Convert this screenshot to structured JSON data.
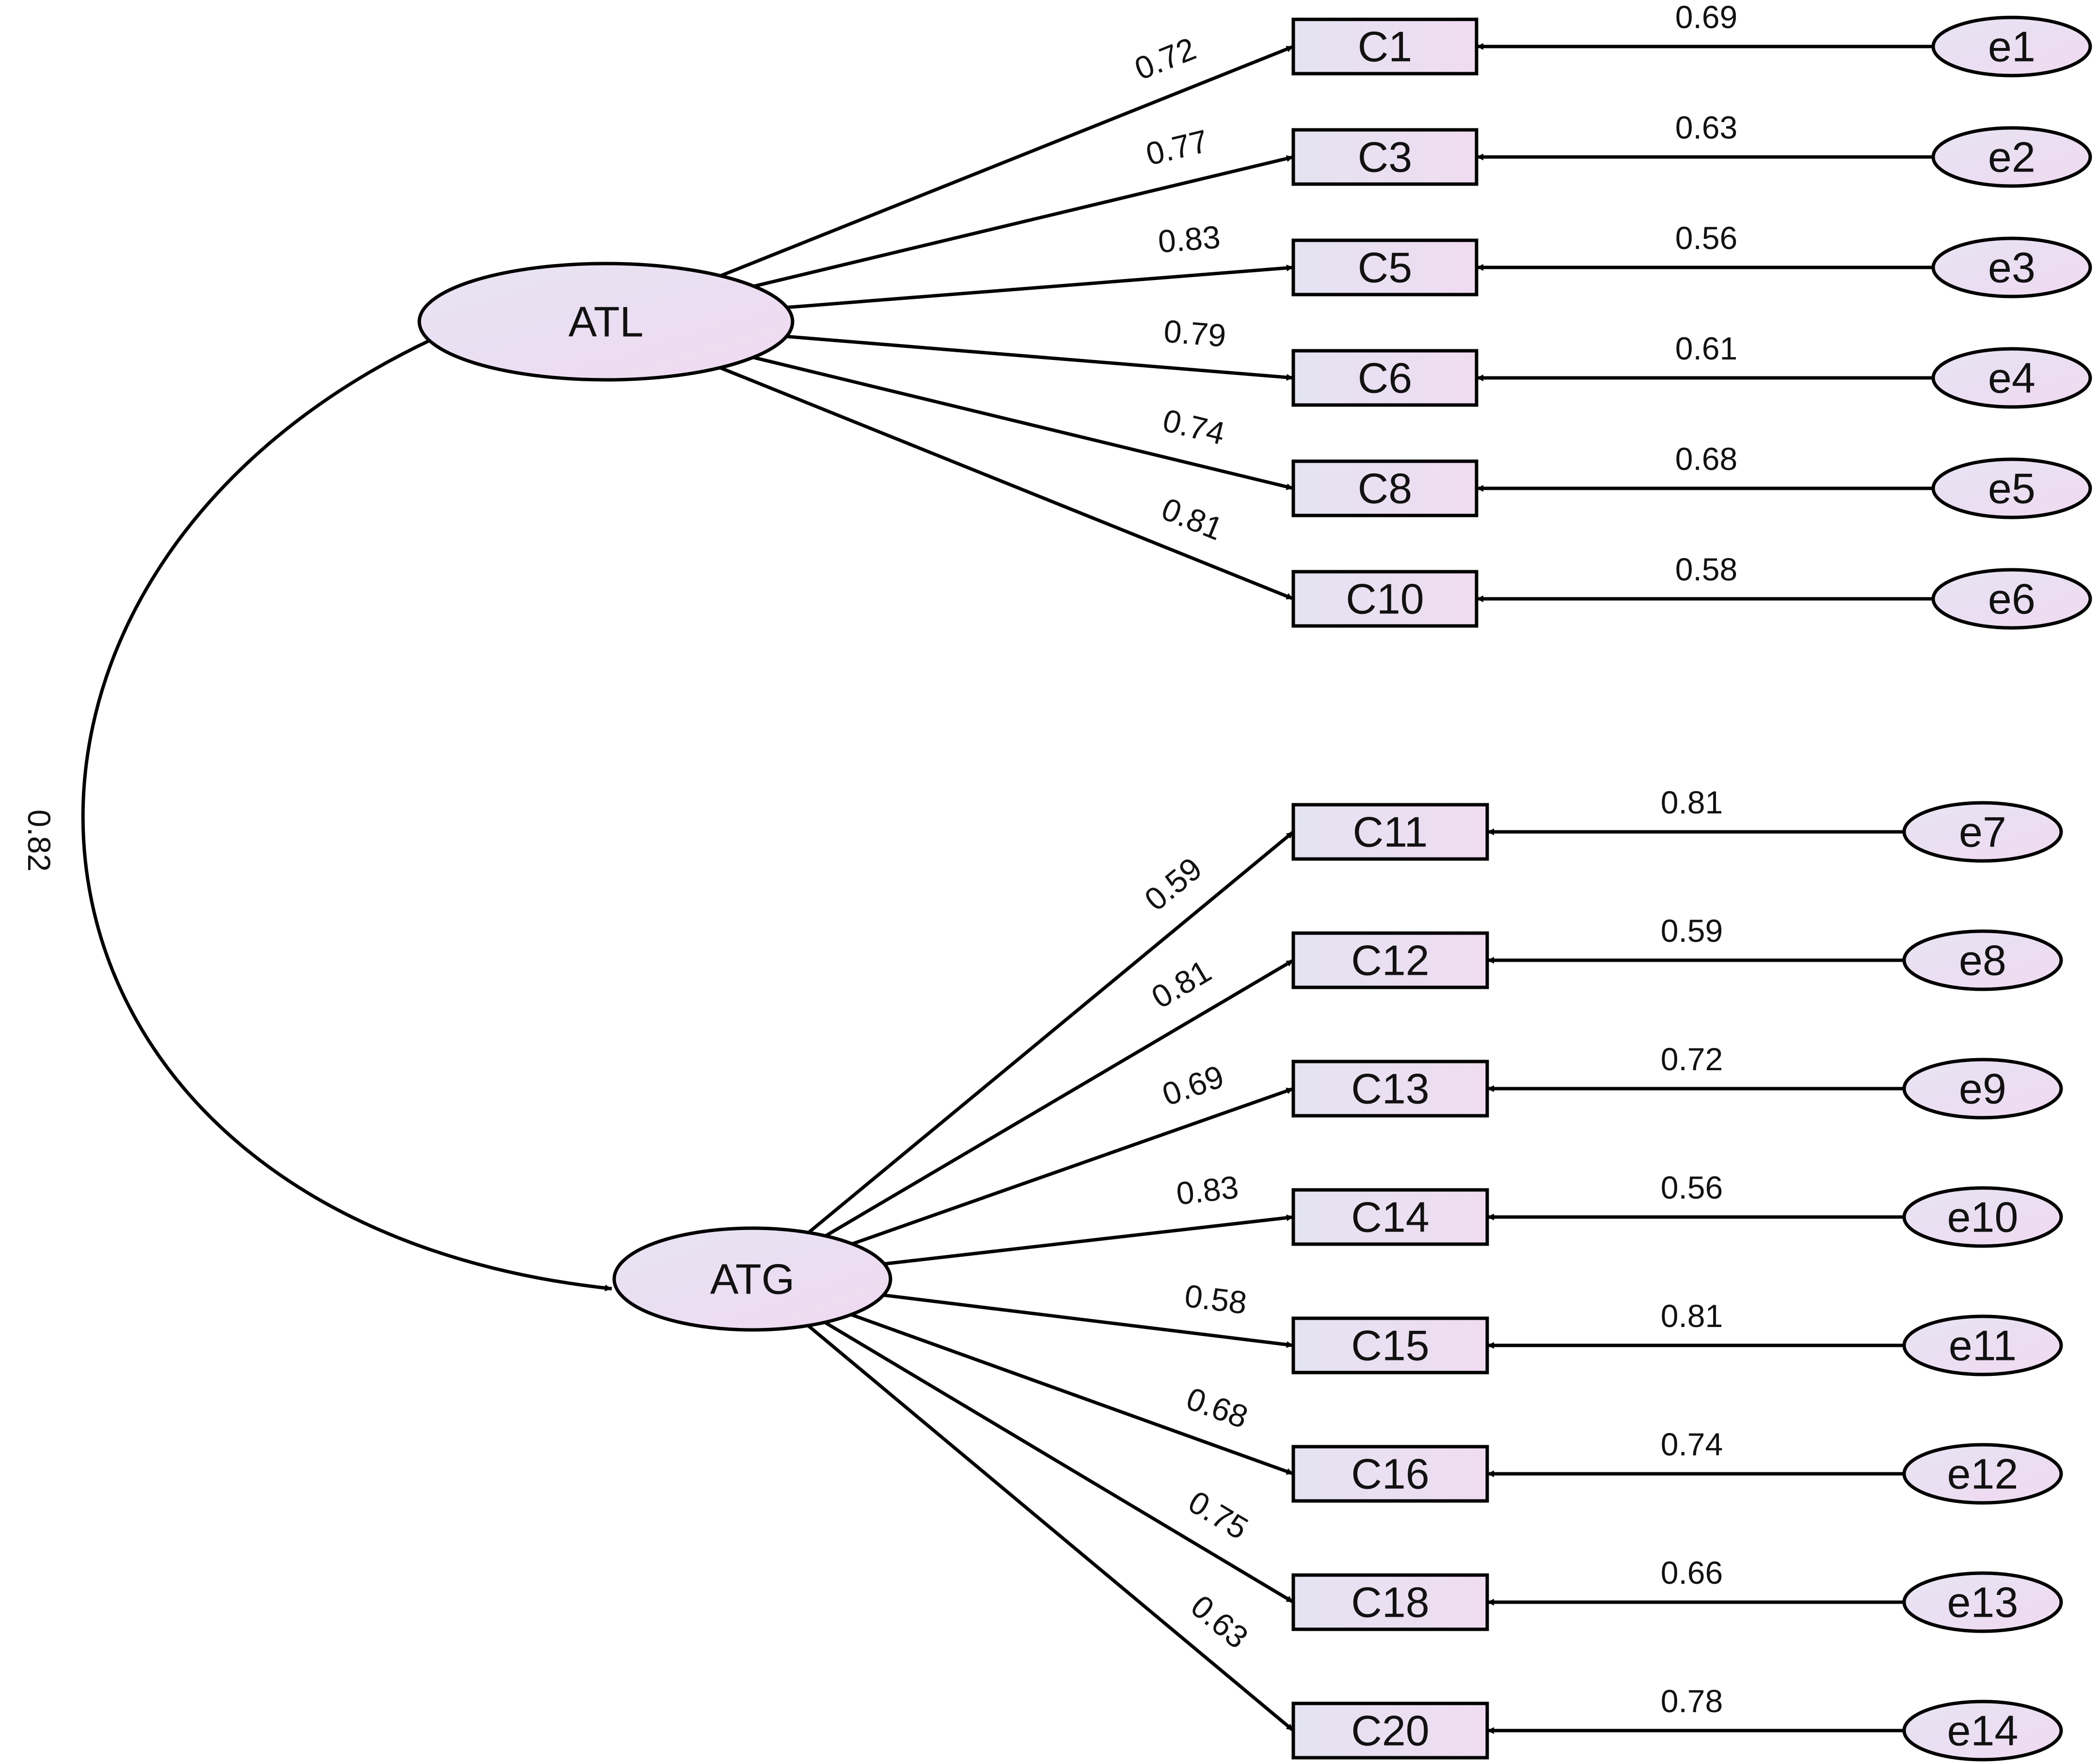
{
  "latent": [
    {
      "id": "ATL",
      "label": "ATL"
    },
    {
      "id": "ATG",
      "label": "ATG"
    }
  ],
  "correlation": {
    "from": "ATL",
    "to": "ATG",
    "value": "0.82"
  },
  "groups": [
    {
      "latent": "ATL",
      "indicators": [
        {
          "label": "C1",
          "loading": "0.72",
          "error": "e1",
          "error_weight": "0.69"
        },
        {
          "label": "C3",
          "loading": "0.77",
          "error": "e2",
          "error_weight": "0.63"
        },
        {
          "label": "C5",
          "loading": "0.83",
          "error": "e3",
          "error_weight": "0.56"
        },
        {
          "label": "C6",
          "loading": "0.79",
          "error": "e4",
          "error_weight": "0.61"
        },
        {
          "label": "C8",
          "loading": "0.74",
          "error": "e5",
          "error_weight": "0.68"
        },
        {
          "label": "C10",
          "loading": "0.81",
          "error": "e6",
          "error_weight": "0.58"
        }
      ]
    },
    {
      "latent": "ATG",
      "indicators": [
        {
          "label": "C11",
          "loading": "0.59",
          "error": "e7",
          "error_weight": "0.81"
        },
        {
          "label": "C12",
          "loading": "0.81",
          "error": "e8",
          "error_weight": "0.59"
        },
        {
          "label": "C13",
          "loading": "0.69",
          "error": "e9",
          "error_weight": "0.72"
        },
        {
          "label": "C14",
          "loading": "0.83",
          "error": "e10",
          "error_weight": "0.56"
        },
        {
          "label": "C15",
          "loading": "0.58",
          "error": "e11",
          "error_weight": "0.81"
        },
        {
          "label": "C16",
          "loading": "0.68",
          "error": "e12",
          "error_weight": "0.74"
        },
        {
          "label": "C18",
          "loading": "0.75",
          "error": "e13",
          "error_weight": "0.66"
        },
        {
          "label": "C20",
          "loading": "0.63",
          "error": "e14",
          "error_weight": "0.78"
        }
      ]
    }
  ],
  "colors": {
    "node_fill_a": "#e4e3f1",
    "node_fill_b": "#f0dcf1",
    "stroke": "#000000",
    "background": "#ffffff"
  }
}
